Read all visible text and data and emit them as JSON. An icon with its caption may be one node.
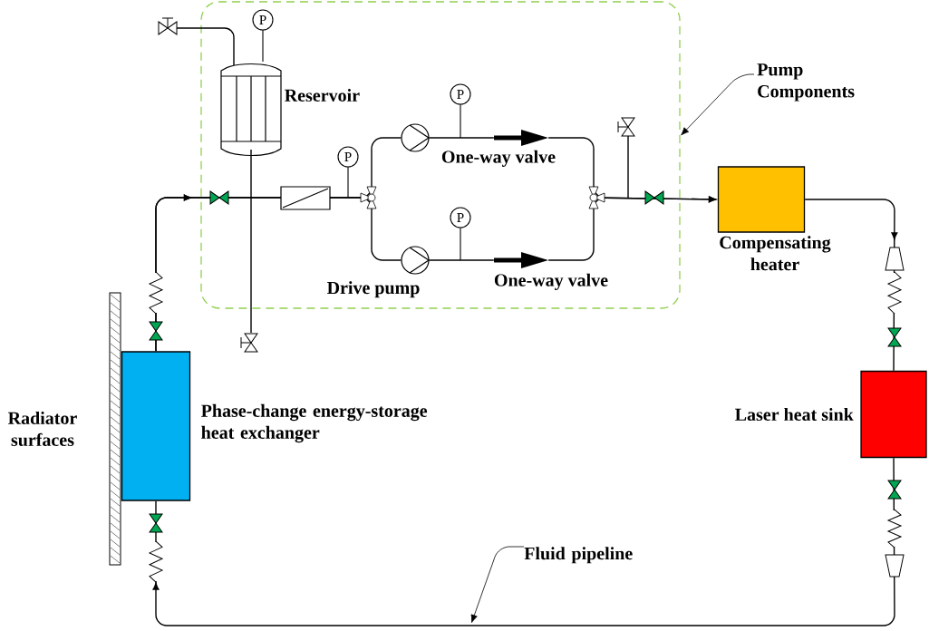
{
  "diagram": {
    "nodes": [
      {
        "text": [
          "Pump Components"
        ]
      },
      {
        "text": [],
        "shape": "box"
      },
      {
        "text": [
          "Reservoir"
        ],
        "in": 1
      },
      {
        "text": [],
        "shape": "circle",
        "in": 1
      },
      {
        "text": [
          "Drive pump"
        ],
        "in": 1
      },
      {
        "text": [
          "One-way valve"
        ],
        "in": 1
      },
      {
        "text": [
          "One-way valve"
        ],
        "in": 1
      },
      {
        "text": [
          "Compensating heater"
        ]
      },
      {
        "text": [
          "Laser heat sink"
        ]
      },
      {
        "text": [
          "Phase-change energy-storage heat exchanger"
        ]
      },
      {
        "text": [
          "Radiator surfaces"
        ]
      },
      {
        "text": [
          "Fluid pipeline"
        ]
      }
    ],
    "edges": [
      {
        "from": 0,
        "to": 1,
        "arrow": "to"
      },
      {
        "from": 9,
        "to": 3,
        "arrow": "to"
      },
      {
        "from": 9,
        "to": 4,
        "arrow": "to"
      },
      {
        "from": 3,
        "to": 5,
        "arrow": "none"
      },
      {
        "from": 4,
        "to": 6,
        "arrow": "none"
      },
      {
        "from": 5,
        "to": 7,
        "arrow": "to"
      },
      {
        "from": 6,
        "to": 7,
        "arrow": "to"
      },
      {
        "from": 7,
        "to": 8,
        "arrow": "to"
      },
      {
        "from": 8,
        "to": 9,
        "arrow": "to"
      },
      {
        "from": 11,
        "to": null,
        "arrow": "to"
      }
    ],
    "labels": [
      "P",
      "P",
      "P",
      "P"
    ]
  }
}
